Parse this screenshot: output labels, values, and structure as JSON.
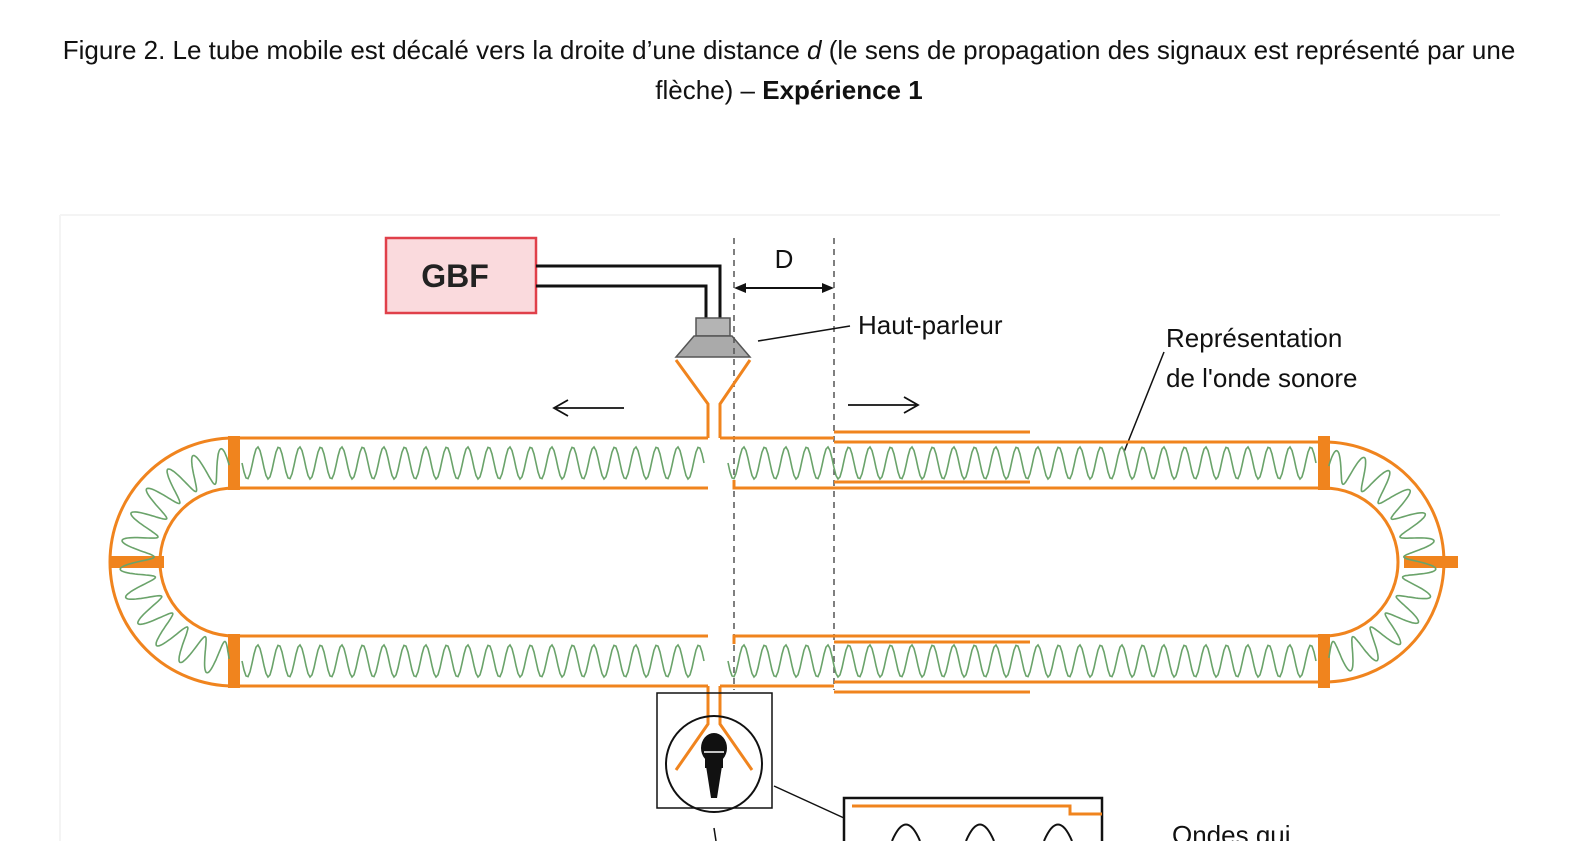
{
  "caption": {
    "part1": "Figure 2. Le tube mobile est décalé vers la droite d’une distance ",
    "var": "d",
    "part2": " (le sens de propagation des signaux est représenté par une flèche) – ",
    "bold": "Expérience 1"
  },
  "labels": {
    "gbf": "GBF",
    "distance": "D",
    "speaker": "Haut-parleur",
    "wave_line1": "Représentation",
    "wave_line2": "de l'onde sonore",
    "bottom_partial": "Ondes qui"
  },
  "colors": {
    "tube": "#f0841e",
    "wave": "#6aa36a",
    "gbf_border": "#e0404a",
    "gbf_fill": "#fadadd",
    "speaker": "#b4b4b4"
  }
}
